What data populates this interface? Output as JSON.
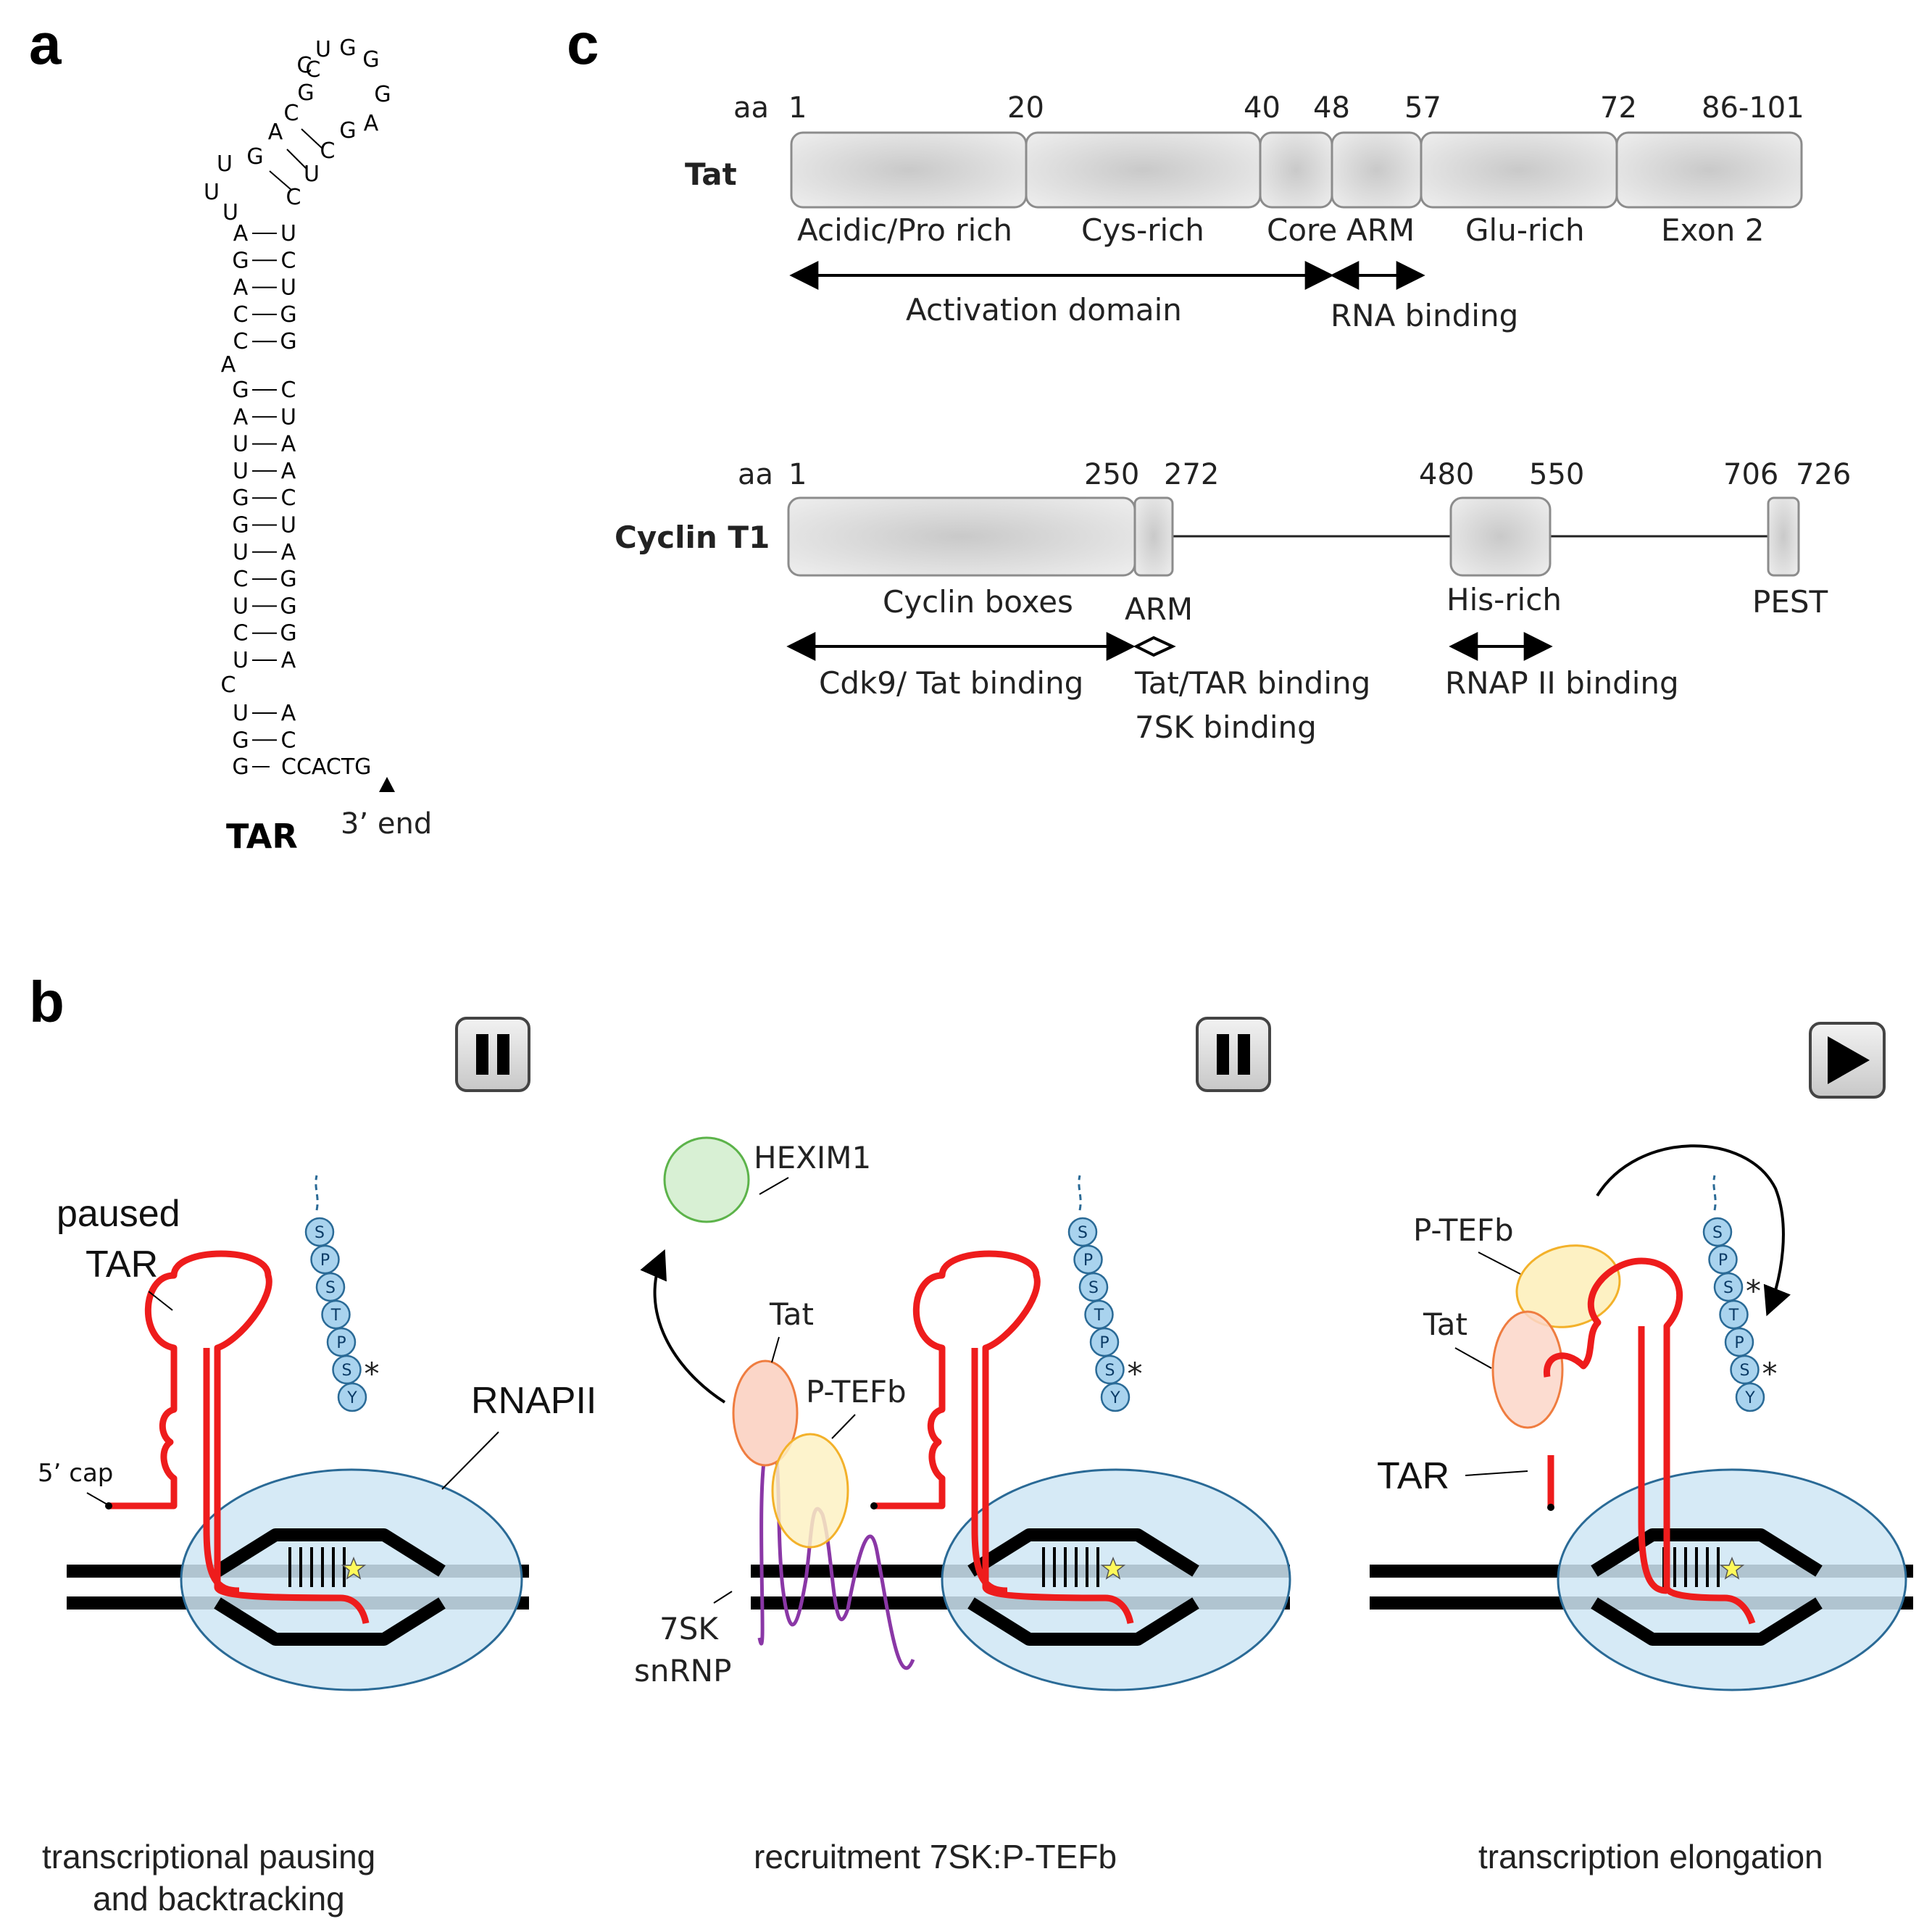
{
  "panels": {
    "a": "a",
    "b": "b",
    "c": "c"
  },
  "tar": {
    "label": "TAR",
    "three_prime": "3’ end",
    "loop": [
      "C",
      "U",
      "G",
      "G",
      "G",
      "A"
    ],
    "loop_pairs": [
      [
        "G",
        ""
      ],
      [
        "C",
        "G"
      ],
      [
        "A",
        "",
        ""
      ],
      [
        "C",
        "C"
      ],
      [
        "U",
        "U"
      ]
    ],
    "bulge_left": [
      "U",
      "U"
    ],
    "bulge_right": "C",
    "stem1": [
      [
        "A",
        "U"
      ],
      [
        "G",
        "C"
      ],
      [
        "A",
        "U"
      ],
      [
        "C",
        "G"
      ],
      [
        "C",
        "G"
      ]
    ],
    "bulge_a": "A",
    "stem2": [
      [
        "G",
        "C"
      ],
      [
        "A",
        "U"
      ],
      [
        "U",
        "A"
      ],
      [
        "U",
        "A"
      ],
      [
        "G",
        "C"
      ],
      [
        "G",
        "U"
      ],
      [
        "U",
        "A"
      ],
      [
        "C",
        "G"
      ],
      [
        "U",
        "G"
      ],
      [
        "C",
        "G"
      ],
      [
        "U",
        "A"
      ]
    ],
    "bulge_c": "C",
    "stem3": [
      [
        "U",
        "A"
      ],
      [
        "G",
        "C"
      ]
    ],
    "last_left": "G",
    "tail": "CCACTG"
  },
  "tat": {
    "name": "Tat",
    "aa": "aa",
    "positions": [
      "1",
      "20",
      "40",
      "48",
      "57",
      "72",
      "86-101"
    ],
    "domains": [
      "Acidic/Pro rich",
      "Cys-rich",
      "Core",
      "ARM",
      "Glu-rich",
      "Exon 2"
    ],
    "activation": "Activation domain",
    "rna_binding": "RNA binding"
  },
  "cyclin": {
    "name": "Cyclin T1",
    "aa": "aa",
    "positions": [
      "1",
      "250",
      "272",
      "480",
      "550",
      "706",
      "726"
    ],
    "domains": [
      "Cyclin boxes",
      "ARM",
      "His-rich",
      "PEST"
    ],
    "binding_cdk9": "Cdk9/ Tat binding",
    "binding_tat_tar": "Tat/TAR binding",
    "binding_7sk": "7SK binding",
    "binding_rnap": "RNAP II binding"
  },
  "scene1": {
    "paused": "paused",
    "tar": "TAR",
    "cap": "5’ cap",
    "rnapii": "RNAPII",
    "caption1": "transcriptional pausing",
    "caption2": "and backtracking"
  },
  "scene2": {
    "hexim": "HEXIM1",
    "tat": "Tat",
    "ptefb": "P-TEFb",
    "sk7": "7SK",
    "snrnp": "snRNP",
    "caption": "recruitment 7SK:P-TEFb"
  },
  "scene3": {
    "ptefb": "P-TEFb",
    "tat": "Tat",
    "tar": "TAR",
    "caption": "transcription elongation"
  },
  "ctd": [
    "S",
    "P",
    "S",
    "T",
    "P",
    "S",
    "Y"
  ],
  "asterisk": "*",
  "icons": {
    "pause": "pause-icon",
    "play": "play-icon"
  },
  "colors": {
    "rna": "#ee1c1c",
    "rnap": "#cfe6f5",
    "rnap_stroke": "#2a6a96",
    "ctd_bead": "#a9d3ee",
    "tat_fill": "#fbd6c8",
    "tat_stroke": "#ef7d40",
    "ptefb_fill": "#fdf1c3",
    "ptefb_stroke": "#f3b12a",
    "hexim_fill": "#d8f0d4",
    "hexim_stroke": "#5cb34a",
    "sk7": "#8a37a6"
  }
}
